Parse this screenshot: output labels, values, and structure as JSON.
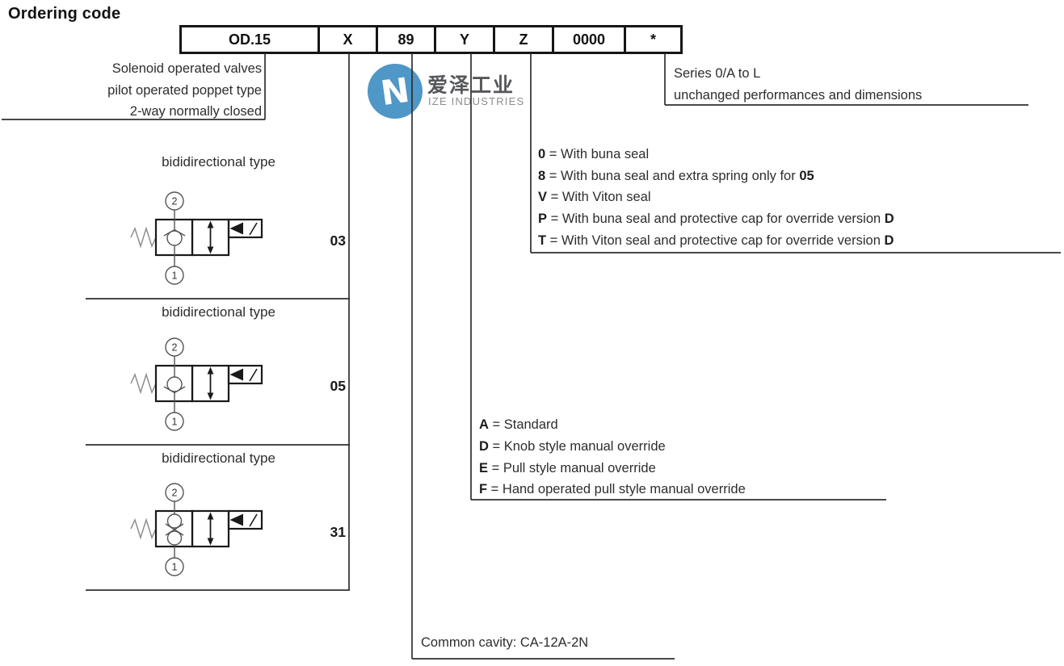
{
  "title": "Ordering code",
  "code_table": {
    "cells": [
      "OD.15",
      "X",
      "89",
      "Y",
      "Z",
      "0000",
      "*"
    ]
  },
  "left_block": {
    "lines": [
      "Solenoid operated valves",
      "pilot operated poppet type",
      "2-way normally closed"
    ]
  },
  "series_block": {
    "lines": [
      "Series 0/A to L",
      "unchanged performances and dimensions"
    ]
  },
  "seal_options": {
    "items": [
      {
        "key": "0",
        "text": " = With buna seal",
        "suffix": ""
      },
      {
        "key": "8",
        "text": " = With buna seal and extra spring only for ",
        "suffix": "05"
      },
      {
        "key": "V",
        "text": " = With Viton seal",
        "suffix": ""
      },
      {
        "key": "P",
        "text": " = With buna seal and protective cap for override version ",
        "suffix": "D"
      },
      {
        "key": "T",
        "text": " = With Viton seal and protective cap for override version ",
        "suffix": "D"
      }
    ]
  },
  "override_options": {
    "items": [
      {
        "key": "A",
        "text": " = Standard"
      },
      {
        "key": "D",
        "text": " = Knob style manual override"
      },
      {
        "key": "E",
        "text": " = Pull style manual override"
      },
      {
        "key": "F",
        "text": " = Hand operated pull style manual override"
      }
    ]
  },
  "valve_rows": [
    {
      "heading": "bididirectional type",
      "code": "03"
    },
    {
      "heading": "bididirectional type",
      "code": "05"
    },
    {
      "heading": "bididirectional type",
      "code": "31"
    }
  ],
  "valve_symbol": {
    "port_top": "2",
    "port_bottom": "1"
  },
  "cavity_note": "Common cavity: CA-12A-2N",
  "logo": {
    "symbol": "N",
    "cn": "爱泽工业",
    "en": "IZE INDUSTRIES",
    "color": "#4f97c7"
  },
  "colors": {
    "line": "#2f2f2f",
    "text": "#2d2d2d",
    "accent_blue": "#4f97c7",
    "logo_gray": "#8a8c8e"
  }
}
